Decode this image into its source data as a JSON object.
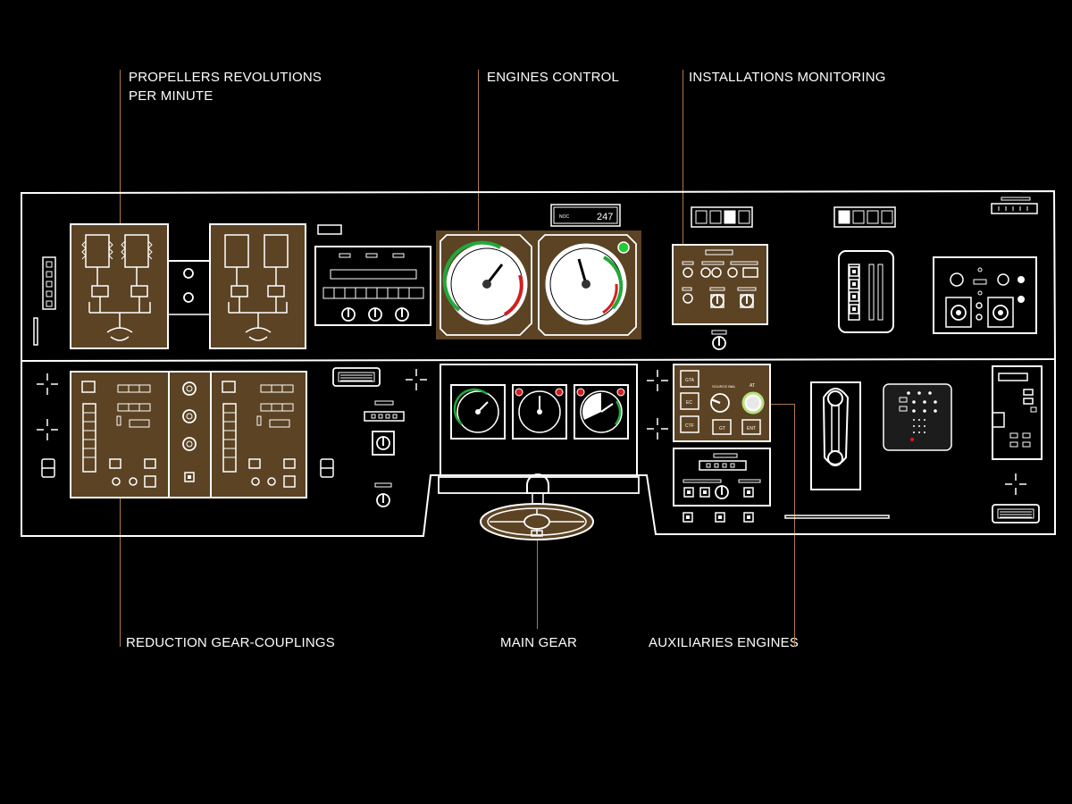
{
  "labels": {
    "propellers_line1": "PROPELLERS REVOLUTIONS",
    "propellers_line2": "PER MINUTE",
    "engines_control": "ENGINES  CONTROL",
    "installations_monitoring": "INSTALLATIONS MONITORING",
    "reduction_gear": "REDUCTION GEAR-COUPLINGS",
    "main_gear": "MAIN GEAR",
    "auxiliaries_engines": "AUXILIARIES ENGINES"
  },
  "display": {
    "small_label": "NOC",
    "value": "247"
  },
  "aux_panel": {
    "buttons": [
      "GTA",
      "EC",
      "CTF",
      "GT",
      "ENT"
    ],
    "caption": "SOURCE B8A",
    "knob_label": "AT"
  },
  "colors": {
    "panel_fill": "#5b4324",
    "accent_line": "#b07a45",
    "gauge_green": "#22a83a",
    "gauge_red": "#d21f1f",
    "indicator_green": "#22cc33"
  }
}
